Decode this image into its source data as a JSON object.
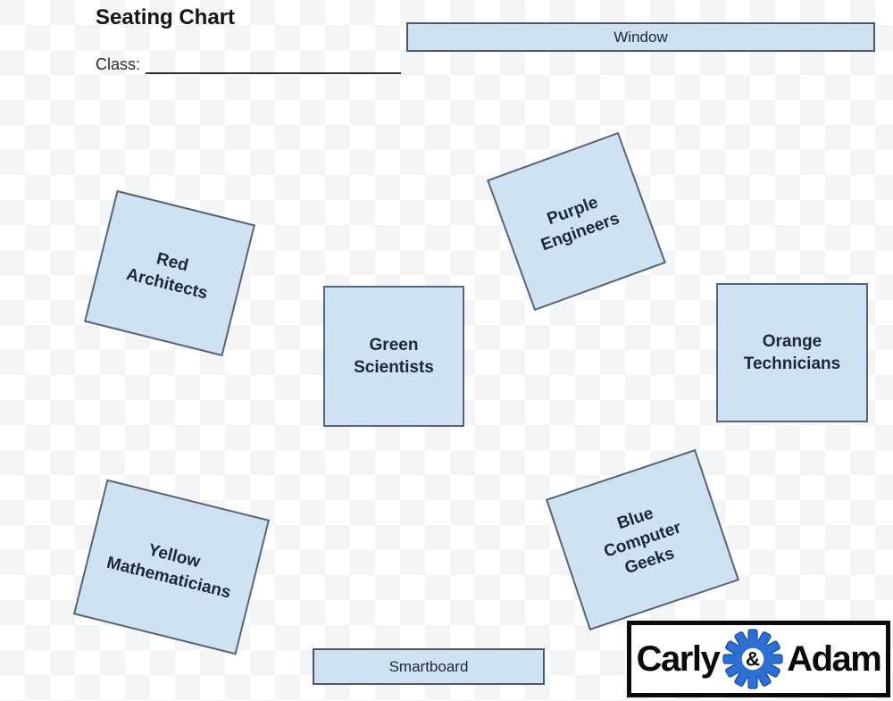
{
  "page": {
    "title": "Seating Chart",
    "class_label": "Class:"
  },
  "room": {
    "window_label": "Window",
    "smartboard_label": "Smartboard",
    "tables": [
      {
        "name": "red-architects",
        "lines": [
          "Red",
          "Architects"
        ]
      },
      {
        "name": "purple-engineers",
        "lines": [
          "Purple",
          "Engineers"
        ]
      },
      {
        "name": "green-scientists",
        "lines": [
          "Green",
          "Scientists"
        ]
      },
      {
        "name": "orange-technicians",
        "lines": [
          "Orange",
          "Technicians"
        ]
      },
      {
        "name": "yellow-mathematicians",
        "lines": [
          "Yellow",
          "Mathematicians"
        ]
      },
      {
        "name": "blue-computer-geeks",
        "lines": [
          "Blue",
          "Computer",
          "Geeks"
        ]
      }
    ]
  },
  "logo": {
    "left_word": "Carly",
    "amp": "&",
    "right_word": "Adam"
  },
  "colors": {
    "table_fill": "#cfe2f3",
    "table_border": "#5a6472",
    "label_text": "#1d2738",
    "gear_blue": "#2d6fd3",
    "logo_border": "#0a0a0a"
  }
}
